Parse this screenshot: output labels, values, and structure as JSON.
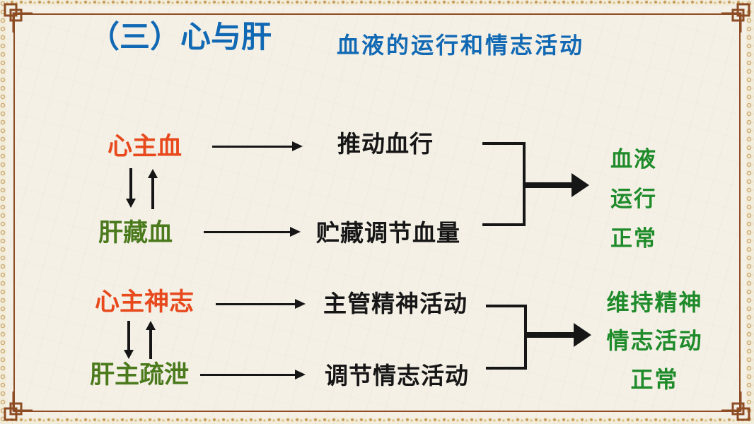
{
  "slide": {
    "title": "（三）心与肝",
    "subtitle": "血液的运行和情志活动"
  },
  "colors": {
    "title_blue": "#1169b4",
    "heart_orange": "#e7491d",
    "liver_olive_green": "#4b7a1d",
    "result_green": "#1f8b2a",
    "diagram_black": "#161616",
    "frame_brown": "#8d4c24",
    "border_gold": "#c59a55",
    "paper_cream": "#f4f0e6"
  },
  "diagram": {
    "blood": {
      "heart": "心主血",
      "heart_effect": "推动血行",
      "liver": "肝藏血",
      "liver_effect": "贮藏调节血量",
      "result": [
        "血液",
        "运行",
        "正常"
      ]
    },
    "spirit": {
      "heart": "心主神志",
      "heart_effect": "主管精神活动",
      "liver": "肝主疏泄",
      "liver_effect": "调节情志活动",
      "result": [
        "维持精神",
        "情志活动",
        "正常"
      ]
    }
  }
}
